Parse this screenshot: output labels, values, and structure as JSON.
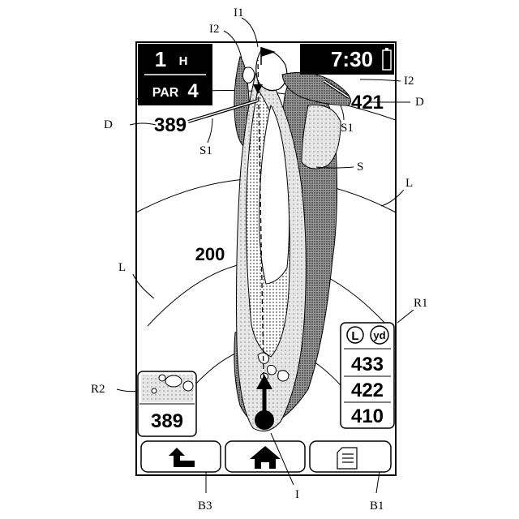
{
  "hole": {
    "number": "1",
    "unit": "H",
    "par_label": "PAR",
    "par_value": "4"
  },
  "clock": {
    "time": "7:30"
  },
  "distances": {
    "left_marker": "389",
    "right_marker": "421",
    "arc_label": "200"
  },
  "right_panel": {
    "badge_l": "L",
    "badge_unit": "yd",
    "rows": [
      "433",
      "422",
      "410"
    ]
  },
  "left_panel": {
    "value": "389"
  },
  "buttons": {
    "back": "back-icon",
    "home": "home-icon",
    "scorecard": "scorecard-icon"
  },
  "reference_labels": {
    "I1": "I1",
    "I2_left": "I2",
    "I2_right": "I2",
    "D_left": "D",
    "D_right": "D",
    "S1_left": "S1",
    "S1_right": "S1",
    "S": "S",
    "L_right": "L",
    "L_left": "L",
    "R1": "R1",
    "R2": "R2",
    "I": "I",
    "B3": "B3",
    "B1": "B1"
  }
}
